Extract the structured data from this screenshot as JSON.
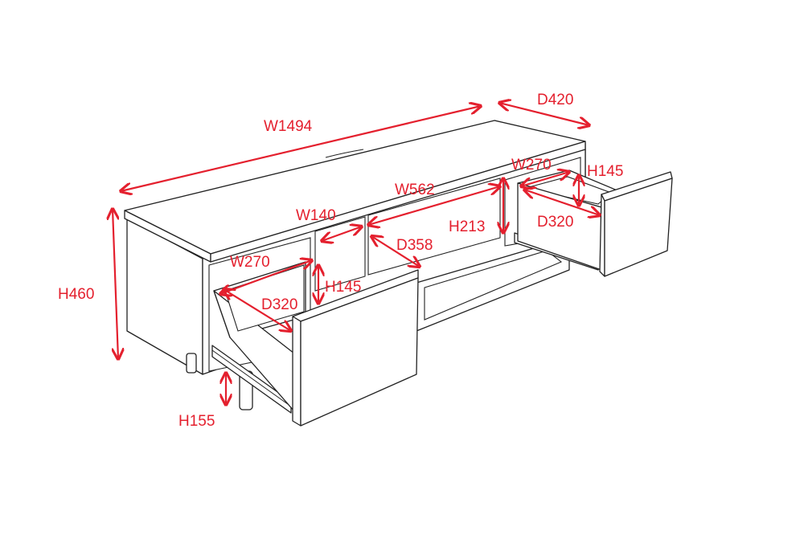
{
  "colors": {
    "dimension": "#e4202e",
    "outline": "#222222",
    "background": "#ffffff"
  },
  "dimensions": {
    "width_total": "W1494",
    "depth_total": "D420",
    "height_total": "H460",
    "leg_height": "H155",
    "left_drawer_width": "W270",
    "left_drawer_height": "H145",
    "left_drawer_depth": "D320",
    "right_drawer_width": "W270",
    "right_drawer_height": "H145",
    "right_drawer_depth": "D320",
    "small_open_width": "W140",
    "center_shelf_width": "W562",
    "center_shelf_height": "H213",
    "center_shelf_depth": "D358"
  }
}
